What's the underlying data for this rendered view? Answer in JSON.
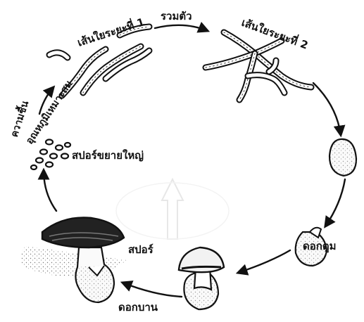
{
  "labels": {
    "hyphae_1": "เส้นใยระยะที่ 1",
    "fuse": "รวมตัว",
    "hyphae_2": "เส้นใยระยะที่ 2",
    "button": "ดอกตูม",
    "open_cap": "ดอกบาน",
    "spore": "สปอร์",
    "spore_enlarge": "สปอร์ขยายใหญ่",
    "humidity": "ความชื้น",
    "temperature": "อุณหภูมิเหมาะสม"
  },
  "colors": {
    "ink": "#111111",
    "background": "#ffffff",
    "watermark": "#dcdcdc"
  }
}
